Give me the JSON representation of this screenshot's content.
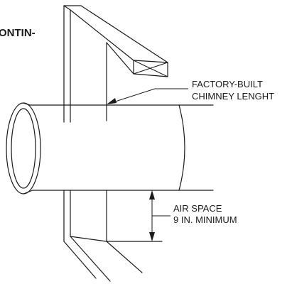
{
  "header_fragment": "ONTIN-",
  "labels": {
    "chimney_line1": "FACTORY-BUILT",
    "chimney_line2": "CHIMNEY LENGHT",
    "air_space_line1": "AIR SPACE",
    "air_space_line2": "9 IN. MINIMUM"
  }
}
